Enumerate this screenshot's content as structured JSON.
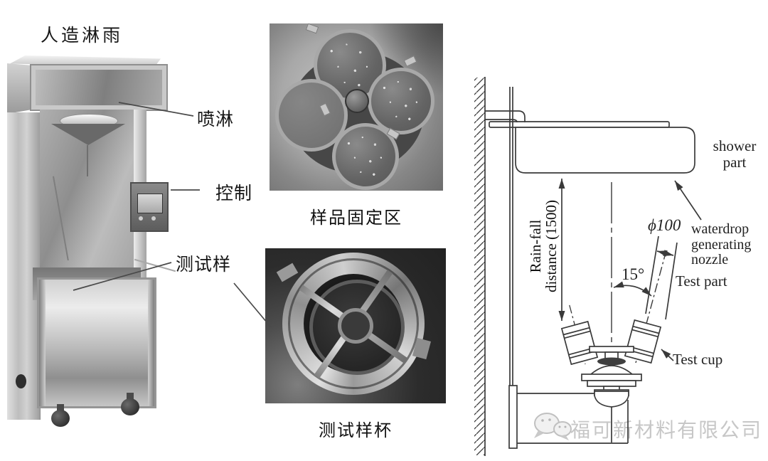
{
  "title": "人造淋雨",
  "machine": {
    "spray_label": "喷淋",
    "control_label": "控制",
    "test_sample_label": "测试样"
  },
  "photos": {
    "sample_area_caption": "样品固定区",
    "test_cup_caption": "测试样杯"
  },
  "schematic": {
    "shower_part_label": "shower part",
    "rainfall_line1": "Rain-fall",
    "rainfall_line2": "distance (1500)",
    "nozzle_diameter_label": "ϕ100",
    "nozzle_label": "waterdrop generating nozzle",
    "angle_label": "15°",
    "test_part_label": "Test part",
    "test_cup_label": "Test cup"
  },
  "watermark": {
    "company": "福可新材料有限公司",
    "icon": "wechat-icon"
  },
  "colors": {
    "diagram_line": "#3a3a3a",
    "text": "#111111",
    "watermark": "#c7c7c7",
    "background": "#ffffff"
  }
}
